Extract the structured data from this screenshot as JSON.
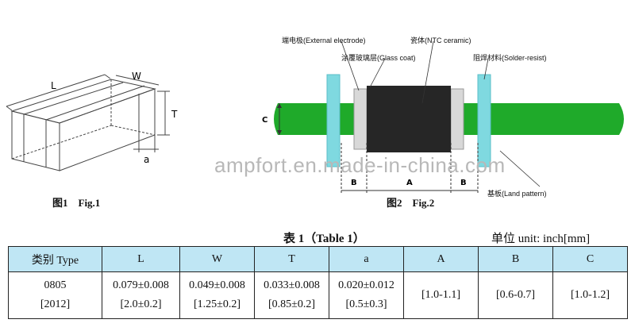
{
  "figure1": {
    "caption": "图1　Fig.1",
    "dims": {
      "L": "L",
      "W": "W",
      "T": "T",
      "a": "a"
    }
  },
  "figure2": {
    "caption": "图2　Fig.2",
    "labels": {
      "external_electrode": "端电极(External electrode)",
      "ntc_ceramic": "瓷体(NTC ceramic)",
      "glass_coat": "涂覆玻璃层(Glass coat)",
      "solder_resist": "阻焊材料(Solder-resist)",
      "land_pattern": "基板(Land pattern)",
      "dim_c": "C",
      "dim_b_left": "B",
      "dim_a": "A",
      "dim_b_right": "B"
    },
    "colors": {
      "pcb_green": "#1faa2a",
      "solder_resist": "#7fd9e0",
      "body": "#262626",
      "electrode": "#d8d8d8"
    }
  },
  "watermark": "ampfort.en.made-in-china.com",
  "table": {
    "title": "表 1（Table 1）",
    "unit": "单位  unit: inch[mm]",
    "headers": [
      "类别 Type",
      "L",
      "W",
      "T",
      "a",
      "A",
      "B",
      "C"
    ],
    "row": [
      {
        "line1": "0805",
        "line2": "[2012]"
      },
      {
        "line1": "0.079±0.008",
        "line2": "[2.0±0.2]"
      },
      {
        "line1": "0.049±0.008",
        "line2": "[1.25±0.2]"
      },
      {
        "line1": "0.033±0.008",
        "line2": "[0.85±0.2]"
      },
      {
        "line1": "0.020±0.012",
        "line2": "[0.5±0.3]"
      },
      {
        "line1": "[1.0-1.1]",
        "line2": ""
      },
      {
        "line1": "[0.6-0.7]",
        "line2": ""
      },
      {
        "line1": "[1.0-1.2]",
        "line2": ""
      }
    ],
    "header_color": "#bfe6f4"
  }
}
